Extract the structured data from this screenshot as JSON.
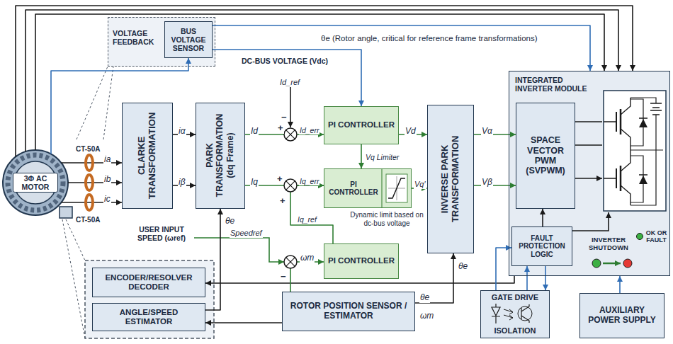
{
  "diagram": {
    "nodes": [
      {
        "text": [
          "3Φ AC MOTOR"
        ]
      },
      {
        "text": [
          "VOLTAGE FEEDBACK"
        ]
      },
      {
        "text": [
          "BUS VOLTAGE SENSOR"
        ],
        "in": 1
      },
      {
        "text": [
          "CLARKE TRANSFORMATION"
        ]
      },
      {
        "text": [
          "PARK TRANSFORMATION (dq Frame)"
        ]
      },
      {
        "text": [
          "PI CONTROLLER"
        ]
      },
      {
        "text": [
          "PI CONTROLLER"
        ]
      },
      {
        "text": [
          "INVERSE PARK TRANSFORMATION"
        ]
      },
      {
        "text": [
          "PI CONTROLLER"
        ]
      },
      {
        "text": [
          "INTEGRATED INVERTER MODULE"
        ]
      },
      {
        "text": [
          "SPACE VECTOR PWM (SVPWM)"
        ],
        "in": 9
      },
      {
        "text": [
          "FAULT PROTECTION LOGIC"
        ],
        "in": 9
      },
      {
        "text": [
          "ENCODER/RESOLVER DECODER"
        ]
      },
      {
        "text": [
          "ANGLE/SPEED ESTIMATOR"
        ]
      },
      {
        "text": [
          "ROTOR POSITION SENSOR / ESTIMATOR"
        ]
      },
      {
        "text": [
          "GATE DRIVE",
          "ISOLATION"
        ]
      },
      {
        "text": [
          "AUXILIARY POWER SUPPLY"
        ]
      }
    ],
    "edges": [
      {
        "from": 0,
        "to": 3,
        "arrow": "to",
        "label": "ia"
      },
      {
        "from": 0,
        "to": 3,
        "arrow": "to",
        "label": "ib"
      },
      {
        "from": 0,
        "to": 3,
        "arrow": "to",
        "label": "ic"
      },
      {
        "from": 3,
        "to": 4,
        "arrow": "to",
        "label": "iα"
      },
      {
        "from": 3,
        "to": 4,
        "arrow": "to",
        "label": "iβ"
      },
      {
        "from": 4,
        "to": 5,
        "arrow": "to",
        "label": "Id"
      },
      {
        "from": 4,
        "to": 6,
        "arrow": "to",
        "label": "Iq"
      },
      {
        "from": 5,
        "to": 7,
        "arrow": "to",
        "label": "Vd"
      },
      {
        "from": 5,
        "to": 6,
        "arrow": "to",
        "label": "Vq Limiter"
      },
      {
        "from": 6,
        "to": 7,
        "arrow": "to",
        "label": "Vq′"
      },
      {
        "from": 7,
        "to": 10,
        "arrow": "to",
        "label": "Vα"
      },
      {
        "from": 7,
        "to": 10,
        "arrow": "to",
        "label": "Vβ"
      },
      {
        "from": 8,
        "to": 6,
        "arrow": "to",
        "label": "Iq_ref"
      },
      {
        "from": 0,
        "to": 2,
        "arrow": "to"
      },
      {
        "from": 2,
        "to": 5,
        "arrow": "to",
        "label": "DC-BUS VOLTAGE (Vdc)"
      },
      {
        "from": 2,
        "to": 9,
        "arrow": "to"
      },
      {
        "from": 9,
        "to": 12,
        "arrow": "to"
      },
      {
        "from": 14,
        "to": 13,
        "arrow": "to"
      },
      {
        "from": 13,
        "to": 4,
        "arrow": "to",
        "label": "θe"
      },
      {
        "from": 14,
        "to": 7,
        "arrow": "to",
        "label": "θe"
      },
      {
        "from": 14,
        "to": 8,
        "arrow": "to",
        "label": "ωm"
      },
      {
        "from": 15,
        "to": 11,
        "arrow": "to"
      },
      {
        "from": 11,
        "to": 15,
        "arrow": "to"
      },
      {
        "from": 15,
        "to": 11,
        "arrow": "to"
      },
      {
        "from": 16,
        "to": 9,
        "arrow": "to"
      },
      {
        "from": 11,
        "to": 10,
        "arrow": "to"
      },
      {
        "from": 0,
        "to": 9,
        "arrow": "to"
      },
      {
        "from": 0,
        "to": 9,
        "arrow": "to"
      },
      {
        "from": 0,
        "to": 9,
        "arrow": "to"
      }
    ],
    "labels": [
      "θe (Rotor angle, critical for reference frame transformations)",
      "CT-50A",
      "CT-50A",
      "Id_ref",
      "−",
      "+",
      "Id_err",
      "+",
      "Iq_err",
      "+",
      "Dynamic limit based on dc-bus voltage",
      "USER INPUT SPEED (ωref)",
      "Speedref",
      "−",
      "θe",
      "ωm",
      "INVERTER SHUTDOWN",
      "OK OR FAULT"
    ]
  }
}
